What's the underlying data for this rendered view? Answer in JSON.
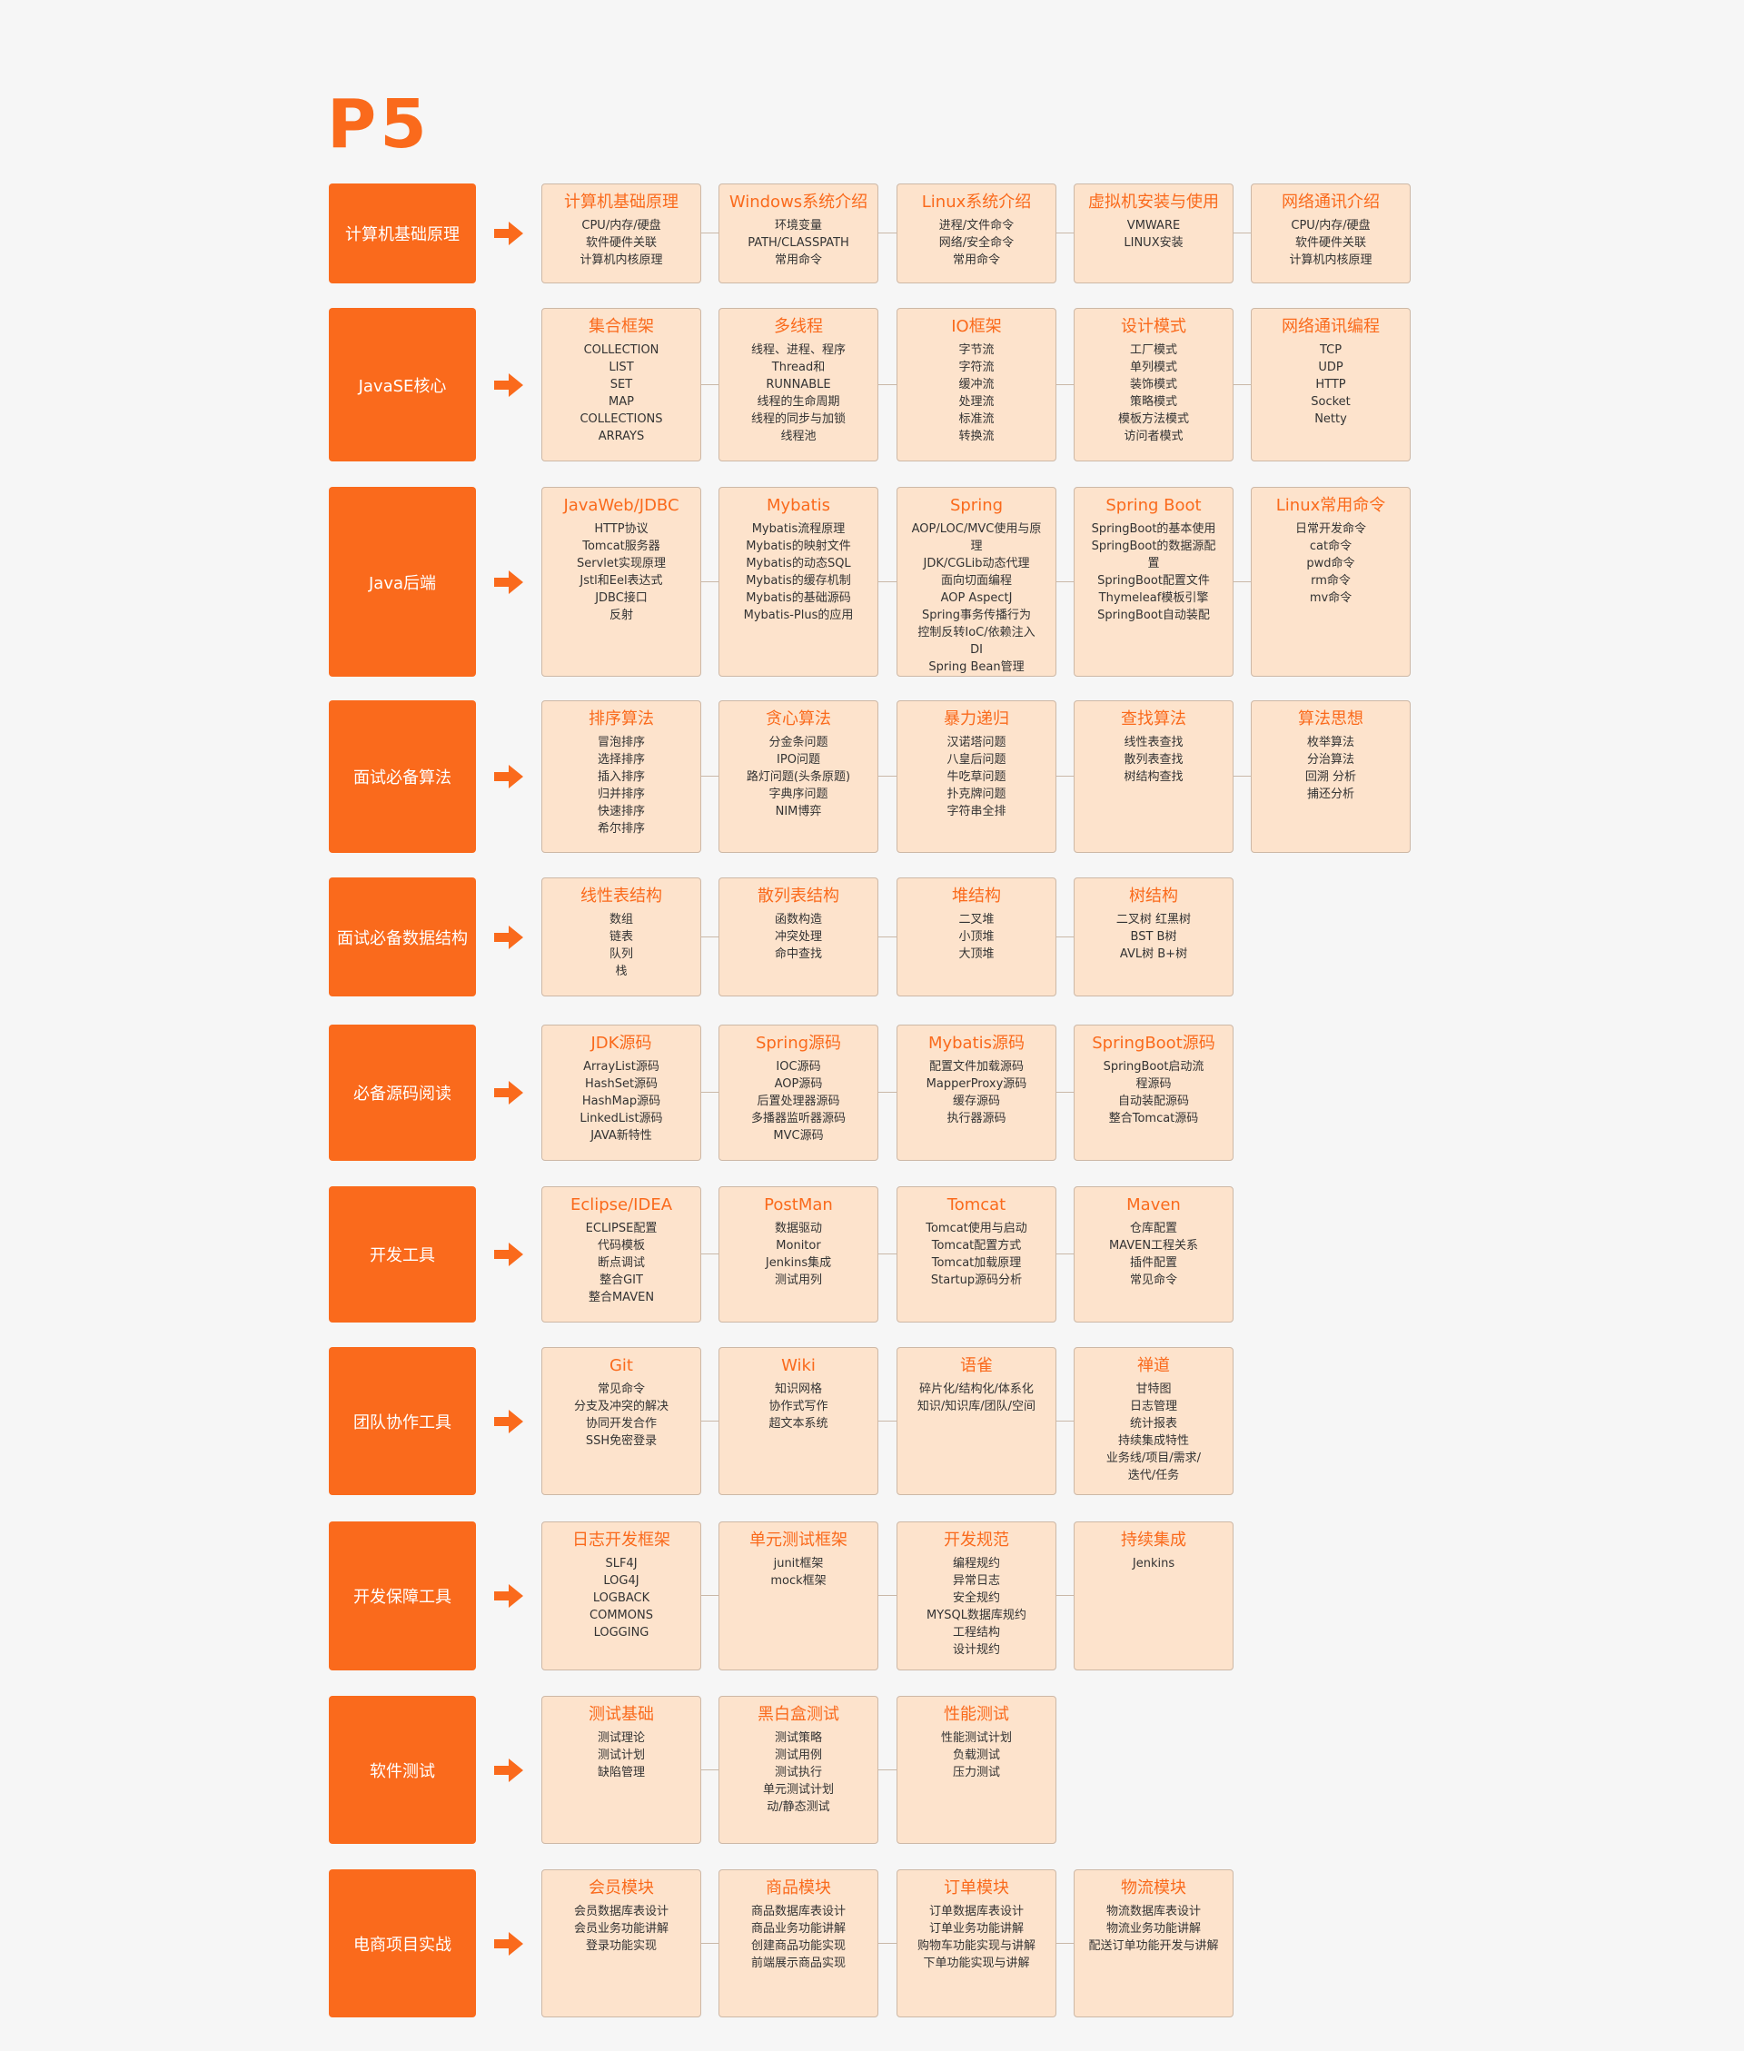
{
  "page_title": "P5",
  "colors": {
    "accent": "#fa6a1c",
    "card_background": "#fde3cc",
    "card_border": "#cdb8a6",
    "page_background": "#f6f6f6"
  },
  "rows": [
    {
      "label": "计算机基础原理",
      "cards": [
        {
          "title": "计算机基础原理",
          "items": "CPU/内存/硬盘\n软件硬件关联\n计算机内核原理"
        },
        {
          "title": "Windows系统介绍",
          "items": "环境变量\nPATH/CLASSPATH\n常用命令"
        },
        {
          "title": "Linux系统介绍",
          "items": "进程/文件命令\n网络/安全命令\n常用命令"
        },
        {
          "title": "虚拟机安装与使用",
          "items": "VMWARE\nLINUX安装"
        },
        {
          "title": "网络通讯介绍",
          "items": "CPU/内存/硬盘\n软件硬件关联\n计算机内核原理"
        }
      ]
    },
    {
      "label": "JavaSE核心",
      "cards": [
        {
          "title": "集合框架",
          "items": "COLLECTION\nLIST\nSET\nMAP\nCOLLECTIONS\nARRAYS"
        },
        {
          "title": "多线程",
          "items": "线程、进程、程序\nThread和\nRUNNABLE\n线程的生命周期\n线程的同步与加锁\n线程池"
        },
        {
          "title": "IO框架",
          "items": "字节流\n字符流\n缓冲流\n处理流\n标准流\n转换流"
        },
        {
          "title": "设计模式",
          "items": "工厂模式\n单列模式\n装饰模式\n策略模式\n模板方法模式\n访问者模式"
        },
        {
          "title": "网络通讯编程",
          "items": "TCP\nUDP\nHTTP\nSocket\nNetty"
        }
      ]
    },
    {
      "label": "Java后端",
      "cards": [
        {
          "title": "JavaWeb/JDBC",
          "items": "HTTP协议\nTomcat服务器\nServlet实现原理\nJstl和Eel表达式\nJDBC接口\n反射"
        },
        {
          "title": "Mybatis",
          "items": "Mybatis流程原理\nMybatis的映射文件\nMybatis的动态SQL\nMybatis的缓存机制\nMybatis的基础源码\nMybatis-Plus的应用"
        },
        {
          "title": "Spring",
          "items": "AOP/LOC/MVC使用与原\n理\nJDK/CGLib动态代理\n面向切面编程\nAOP AspectJ\nSpring事务传播行为\n控制反转IoC/依赖注入\nDI\nSpring Bean管理"
        },
        {
          "title": "Spring Boot",
          "items": "SpringBoot的基本使用\nSpringBoot的数据源配\n置\nSpringBoot配置文件\nThymeleaf模板引擎\nSpringBoot自动装配"
        },
        {
          "title": "Linux常用命令",
          "items": "日常开发命令\ncat命令\npwd命令\nrm命令\nmv命令"
        }
      ]
    },
    {
      "label": "面试必备算法",
      "cards": [
        {
          "title": "排序算法",
          "items": "冒泡排序\n选择排序\n插入排序\n归并排序\n快速排序\n希尔排序"
        },
        {
          "title": "贪心算法",
          "items": "分金条问题\nIPO问题\n路灯问题(头条原题)\n字典序问题\nNIM博弈"
        },
        {
          "title": "暴力递归",
          "items": "汉诺塔问题\n八皇后问题\n牛吃草问题\n扑克牌问题\n字符串全排"
        },
        {
          "title": "查找算法",
          "items": "线性表查找\n散列表查找\n树结构查找"
        },
        {
          "title": "算法思想",
          "items": "枚举算法\n分治算法\n回溯 分析\n捕还分析"
        }
      ]
    },
    {
      "label": "面试必备数据结构",
      "cards": [
        {
          "title": "线性表结构",
          "items": "数组\n链表\n队列\n栈"
        },
        {
          "title": "散列表结构",
          "items": "函数构造\n冲突处理\n命中查找"
        },
        {
          "title": "堆结构",
          "items": "二叉堆\n小顶堆\n大顶堆"
        },
        {
          "title": "树结构",
          "items": "二叉树        红黑树\nBST            B树\nAVL树         B+树"
        }
      ]
    },
    {
      "label": "必备源码阅读",
      "cards": [
        {
          "title": "JDK源码",
          "items": "ArrayList源码\nHashSet源码\nHashMap源码\nLinkedList源码\nJAVA新特性"
        },
        {
          "title": "Spring源码",
          "items": "IOC源码\nAOP源码\n后置处理器源码\n多播器监听器源码\nMVC源码"
        },
        {
          "title": "Mybatis源码",
          "items": "配置文件加载源码\nMapperProxy源码\n缓存源码\n执行器源码"
        },
        {
          "title": "SpringBoot源码",
          "items": "SpringBoot启动流\n程源码\n自动装配源码\n整合Tomcat源码"
        }
      ]
    },
    {
      "label": "开发工具",
      "cards": [
        {
          "title": "Eclipse/IDEA",
          "items": "ECLIPSE配置\n代码模板\n断点调试\n整合GIT\n整合MAVEN"
        },
        {
          "title": "PostMan",
          "items": "数据驱动\nMonitor\nJenkins集成\n测试用列"
        },
        {
          "title": "Tomcat",
          "items": "Tomcat使用与启动\nTomcat配置方式\nTomcat加载原理\nStartup源码分析"
        },
        {
          "title": "Maven",
          "items": "仓库配置\nMAVEN工程关系\n插件配置\n常见命令"
        }
      ]
    },
    {
      "label": "团队协作工具",
      "cards": [
        {
          "title": "Git",
          "items": "常见命令\n分支及冲突的解决\n协同开发合作\nSSH免密登录"
        },
        {
          "title": "Wiki",
          "items": "知识网格\n协作式写作\n超文本系统"
        },
        {
          "title": "语雀",
          "items": "碎片化/结构化/体系化\n知识/知识库/团队/空间"
        },
        {
          "title": "禅道",
          "items": "甘特图\n日志管理\n统计报表\n持续集成特性\n业务线/项目/需求/\n迭代/任务"
        }
      ]
    },
    {
      "label": "开发保障工具",
      "cards": [
        {
          "title": "日志开发框架",
          "items": "SLF4J\nLOG4J\nLOGBACK\nCOMMONS\nLOGGING"
        },
        {
          "title": "单元测试框架",
          "items": "junit框架\nmock框架"
        },
        {
          "title": "开发规范",
          "items": "编程规约\n异常日志\n安全规约\nMYSQL数据库规约\n工程结构\n设计规约"
        },
        {
          "title": "持续集成",
          "items": "Jenkins"
        }
      ]
    },
    {
      "label": "软件测试",
      "cards": [
        {
          "title": "测试基础",
          "items": "测试理论\n测试计划\n缺陷管理"
        },
        {
          "title": "黑白盒测试",
          "items": "测试策略\n测试用例\n测试执行\n单元测试计划\n动/静态测试"
        },
        {
          "title": "性能测试",
          "items": "性能测试计划\n负载测试\n压力测试"
        }
      ]
    },
    {
      "label": "电商项目实战",
      "cards": [
        {
          "title": "会员模块",
          "items": "会员数据库表设计\n会员业务功能讲解\n登录功能实现"
        },
        {
          "title": "商品模块",
          "items": "商品数据库表设计\n商品业务功能讲解\n创建商品功能实现\n前端展示商品实现"
        },
        {
          "title": "订单模块",
          "items": "订单数据库表设计\n订单业务功能讲解\n购物车功能实现与讲解\n下单功能实现与讲解"
        },
        {
          "title": "物流模块",
          "items": "物流数据库表设计\n物流业务功能讲解\n配送订单功能开发与讲解"
        }
      ]
    }
  ]
}
